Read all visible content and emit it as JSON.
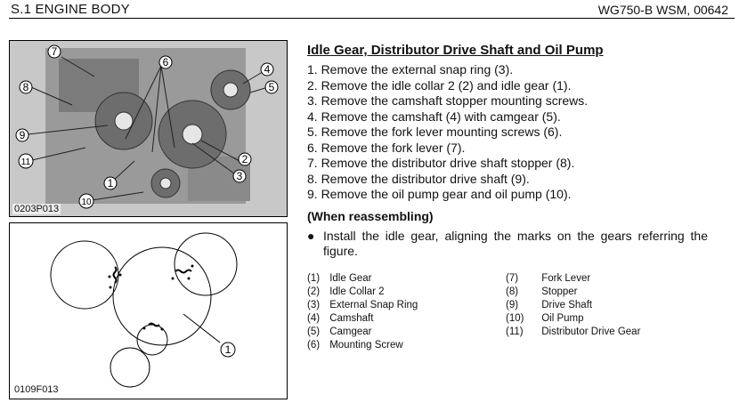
{
  "header": {
    "section_title": "S.1 ENGINE BODY",
    "doc_code": "WG750-B  WSM, 00642"
  },
  "photo": {
    "label": "0203P013",
    "callouts": [
      "7",
      "6",
      "4",
      "5",
      "8",
      "9",
      "11",
      "1",
      "2",
      "3",
      "10"
    ]
  },
  "figure": {
    "label": "0109F013",
    "callout": "1"
  },
  "procedure": {
    "title": "Idle Gear, Distributor Drive Shaft and Oil Pump",
    "steps": [
      "1. Remove the external snap ring (3).",
      "2. Remove the idle collar 2 (2) and idle gear (1).",
      "3. Remove the camshaft stopper mounting screws.",
      "4. Remove the camshaft (4) with camgear (5).",
      "5. Remove the fork lever mounting screws (6).",
      "6. Remove the fork lever (7).",
      "7. Remove the distributor drive shaft stopper (8).",
      "8. Remove the distributor drive shaft (9).",
      "9. Remove the oil pump gear and oil pump (10)."
    ]
  },
  "reassembling": {
    "title": "(When reassembling)",
    "bullet": "Install the idle gear, aligning the marks on the gears referring the figure."
  },
  "legend": {
    "left": [
      {
        "num": "(1)",
        "label": "Idle Gear"
      },
      {
        "num": "(2)",
        "label": "Idle Collar 2"
      },
      {
        "num": "(3)",
        "label": "External Snap Ring"
      },
      {
        "num": "(4)",
        "label": "Camshaft"
      },
      {
        "num": "(5)",
        "label": "Camgear"
      },
      {
        "num": "(6)",
        "label": "Mounting Screw"
      }
    ],
    "right": [
      {
        "num": "(7)",
        "label": "Fork Lever"
      },
      {
        "num": "(8)",
        "label": "Stopper"
      },
      {
        "num": "(9)",
        "label": "Drive Shaft"
      },
      {
        "num": "(10)",
        "label": "Oil Pump"
      },
      {
        "num": "(11)",
        "label": "Distributor Drive Gear"
      }
    ]
  }
}
